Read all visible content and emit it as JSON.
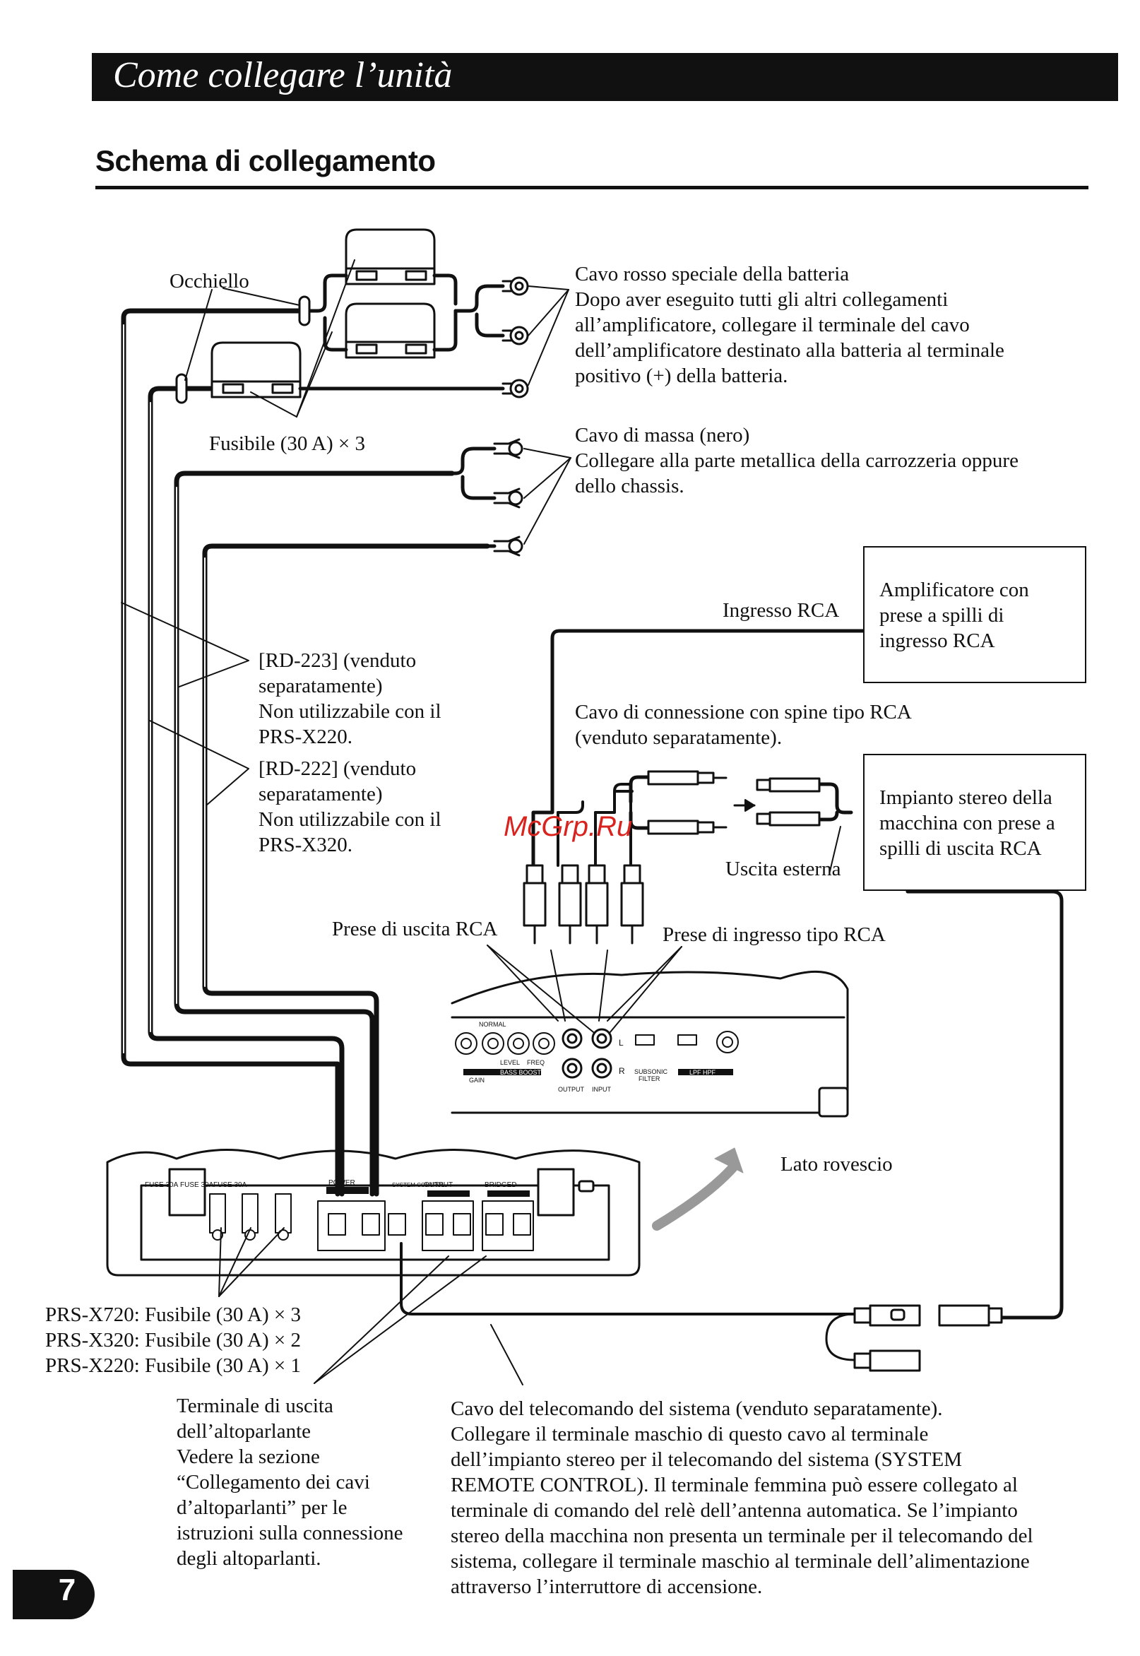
{
  "header": {
    "title": "Come collegare l’unità"
  },
  "section": {
    "title": "Schema di collegamento"
  },
  "labels": {
    "occhiello": "Occhiello",
    "fuse_top": "Fusibile (30 A) × 3",
    "battery_title": "Cavo rosso speciale della batteria",
    "battery_l1": "Dopo aver eseguito tutti gli altri collegamenti",
    "battery_l2": "all’amplificatore, collegare il terminale del cavo",
    "battery_l3": "dell’amplificatore destinato alla batteria al terminale",
    "battery_l4": "positivo (+) della batteria.",
    "ground_title": "Cavo di massa (nero)",
    "ground_l1": "Collegare alla parte metallica della carrozzeria oppure",
    "ground_l2": "dello chassis.",
    "ingresso_rca": "Ingresso RCA",
    "amp_box_l1": "Amplificatore con",
    "amp_box_l2": "prese a spilli di",
    "amp_box_l3": "ingresso RCA",
    "rd223_l1": "[RD-223] (venduto",
    "rd223_l2": "separatamente)",
    "rd223_l3": "Non utilizzabile con il",
    "rd223_l4": "PRS-X220.",
    "rd222_l1": "[RD-222] (venduto",
    "rd222_l2": "separatamente)",
    "rd222_l3": "Non utilizzabile con il",
    "rd222_l4": "PRS-X320.",
    "rca_cable_l1": "Cavo di connessione con spine tipo RCA",
    "rca_cable_l2": "(venduto separatamente).",
    "stereo_box_l1": "Impianto stereo della",
    "stereo_box_l2": "macchina con prese a",
    "stereo_box_l3": "spilli di uscita RCA",
    "uscita_esterna": "Uscita esterna",
    "rca_out": "Prese di uscita RCA",
    "rca_in": "Prese di ingresso tipo RCA",
    "lato_rovescio": "Lato rovescio",
    "fuse_x720": "PRS-X720: Fusibile (30 A) × 3",
    "fuse_x320": "PRS-X320: Fusibile (30 A) × 2",
    "fuse_x220": "PRS-X220: Fusibile (30 A) × 1",
    "spk_l1": "Terminale di uscita",
    "spk_l2": "dell’altoparlante",
    "spk_l3": "Vedere la sezione",
    "spk_l4": "“Collegamento dei cavi",
    "spk_l5": "d’altoparlanti” per le",
    "spk_l6": "istruzioni sulla connessione",
    "spk_l7": "degli altoparlanti.",
    "remote_l1": "Cavo del telecomando del sistema (venduto separatamente).",
    "remote_l2": "Collegare il terminale maschio di questo cavo al terminale",
    "remote_l3": "dell’impianto stereo per il telecomando del sistema (SYSTEM",
    "remote_l4": "REMOTE CONTROL). Il terminale femmina può essere collegato al",
    "remote_l5": "terminale di comando del relè dell’antenna automatica. Se l’impianto",
    "remote_l6": "stereo della macchina non presenta un terminale per il telecomando del",
    "remote_l7": "sistema, collegare il terminale maschio al terminale dell’alimentazione",
    "remote_l8": "attraverso l’interruttore di accensione."
  },
  "panel_labels": {
    "normal": "NORMAL",
    "gain": "GAIN",
    "bass_boost": "BASS BOOST",
    "level": "LEVEL",
    "freq": "FREQ",
    "output": "OUTPUT",
    "input": "INPUT",
    "r": "R",
    "l": "L",
    "subsonic": "SUBSONIC",
    "filter": "FILTER",
    "lpf_hpf": "LPF HPF",
    "fuse_a": "FUSE 30A",
    "fuse_b": "FUSE 30A",
    "fuse_c": "FUSE 30A",
    "power": "POWER",
    "system_control": "SYSTEM CONTROL",
    "amp_output": "OUTPUT",
    "bridged": "BRIDGED"
  },
  "watermark": "McGrp.Ru",
  "page_number": "7"
}
